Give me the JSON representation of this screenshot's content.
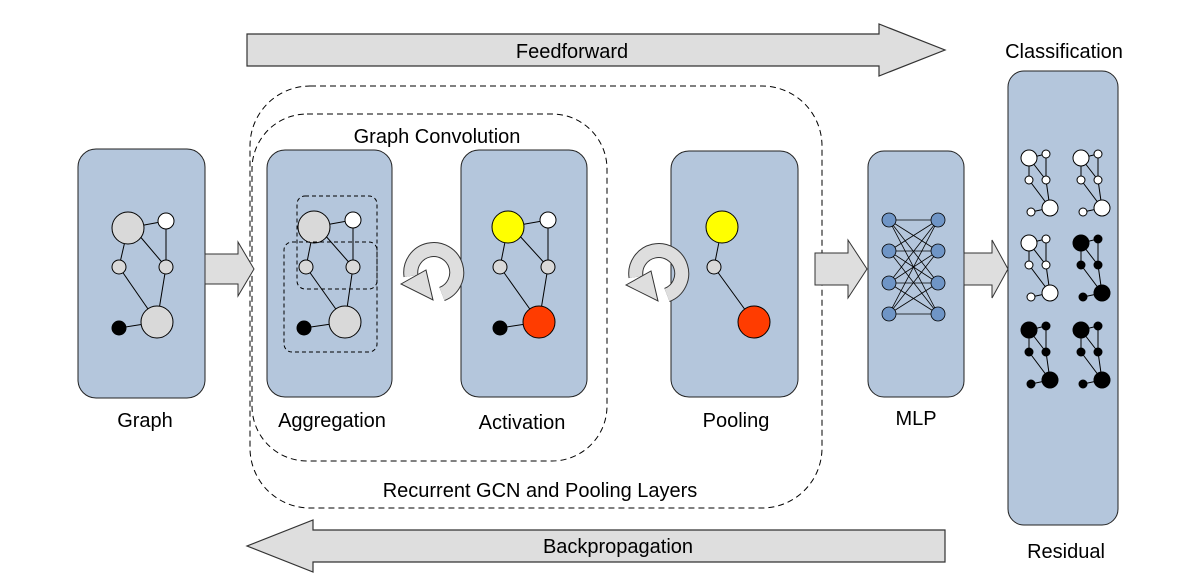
{
  "labels": {
    "feedforward": "Feedforward",
    "backpropagation": "Backpropagation",
    "classification": "Classification",
    "residual": "Residual",
    "graph_convolution": "Graph Convolution",
    "recurrent": "Recurrent GCN and Pooling Layers",
    "graph": "Graph",
    "aggregation": "Aggregation",
    "activation": "Activation",
    "pooling": "Pooling",
    "mlp": "MLP"
  },
  "colors": {
    "panel": "#b4c6dc",
    "arrow_fill": "#dedede",
    "node_gray": "#d9d9d9",
    "node_yellow": "#ffff00",
    "node_red": "#ff3c00",
    "node_black": "#000000",
    "node_white": "#ffffff",
    "mlp_node": "#6f95c6"
  },
  "icons": [
    "loop-arrow-icon",
    "loop-arrow-icon"
  ]
}
